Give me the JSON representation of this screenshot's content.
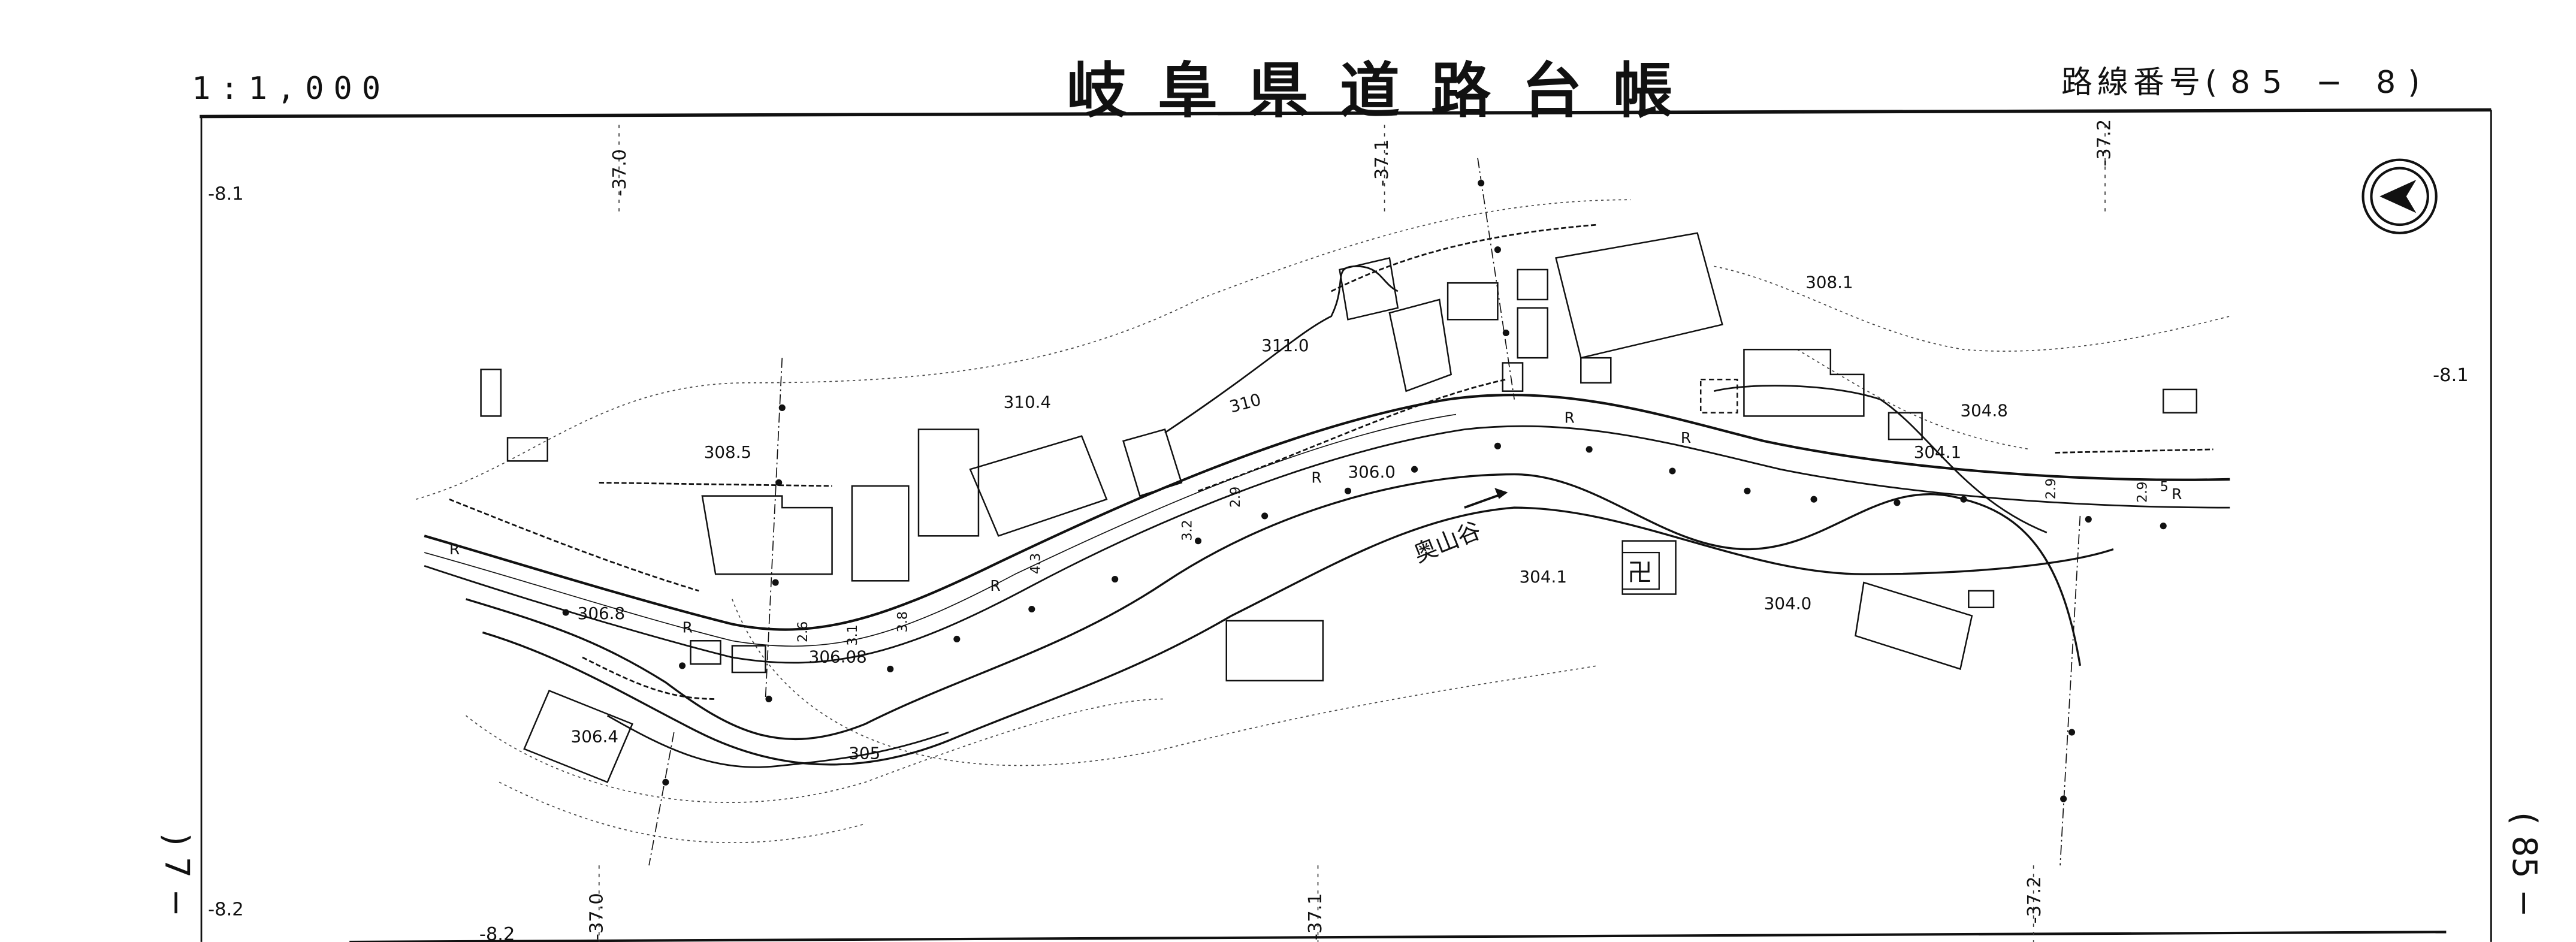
{
  "header": {
    "scale": "1:1,000",
    "title": "岐阜県道路台帳",
    "route_label": "路線番号(",
    "route_number": "85 − 8",
    "route_close": ")"
  },
  "margins": {
    "left_text": ") 7 −",
    "right_text": "( 85 −"
  },
  "grid_labels": {
    "top_x": [
      "-37.0",
      "-37.1",
      "-37.2"
    ],
    "bottom_x": [
      "-37.0",
      "-37.1",
      "-37.2"
    ],
    "left_y": [
      "-8.1",
      "-8.2"
    ],
    "right_y": [
      "-8.1"
    ],
    "bottom_left_y": "-8.2"
  },
  "map_labels": {
    "elevations": [
      "311.0",
      "310.4",
      "310",
      "308.5",
      "306.0",
      "306.8",
      "306.08",
      "306.4",
      "305",
      "308.1",
      "304.8",
      "304.1",
      "304.1",
      "304.0"
    ],
    "river_name": "奥山谷",
    "road_marks": [
      "R",
      "R",
      "R",
      "R",
      "R",
      "R",
      "R"
    ],
    "widths": [
      "3.2",
      "2.9",
      "4.3",
      "3.8",
      "3.1",
      "2.6",
      "2.9",
      "2.9",
      "5"
    ],
    "temple_symbol": "卍"
  },
  "north_arrow": "north-arrow"
}
